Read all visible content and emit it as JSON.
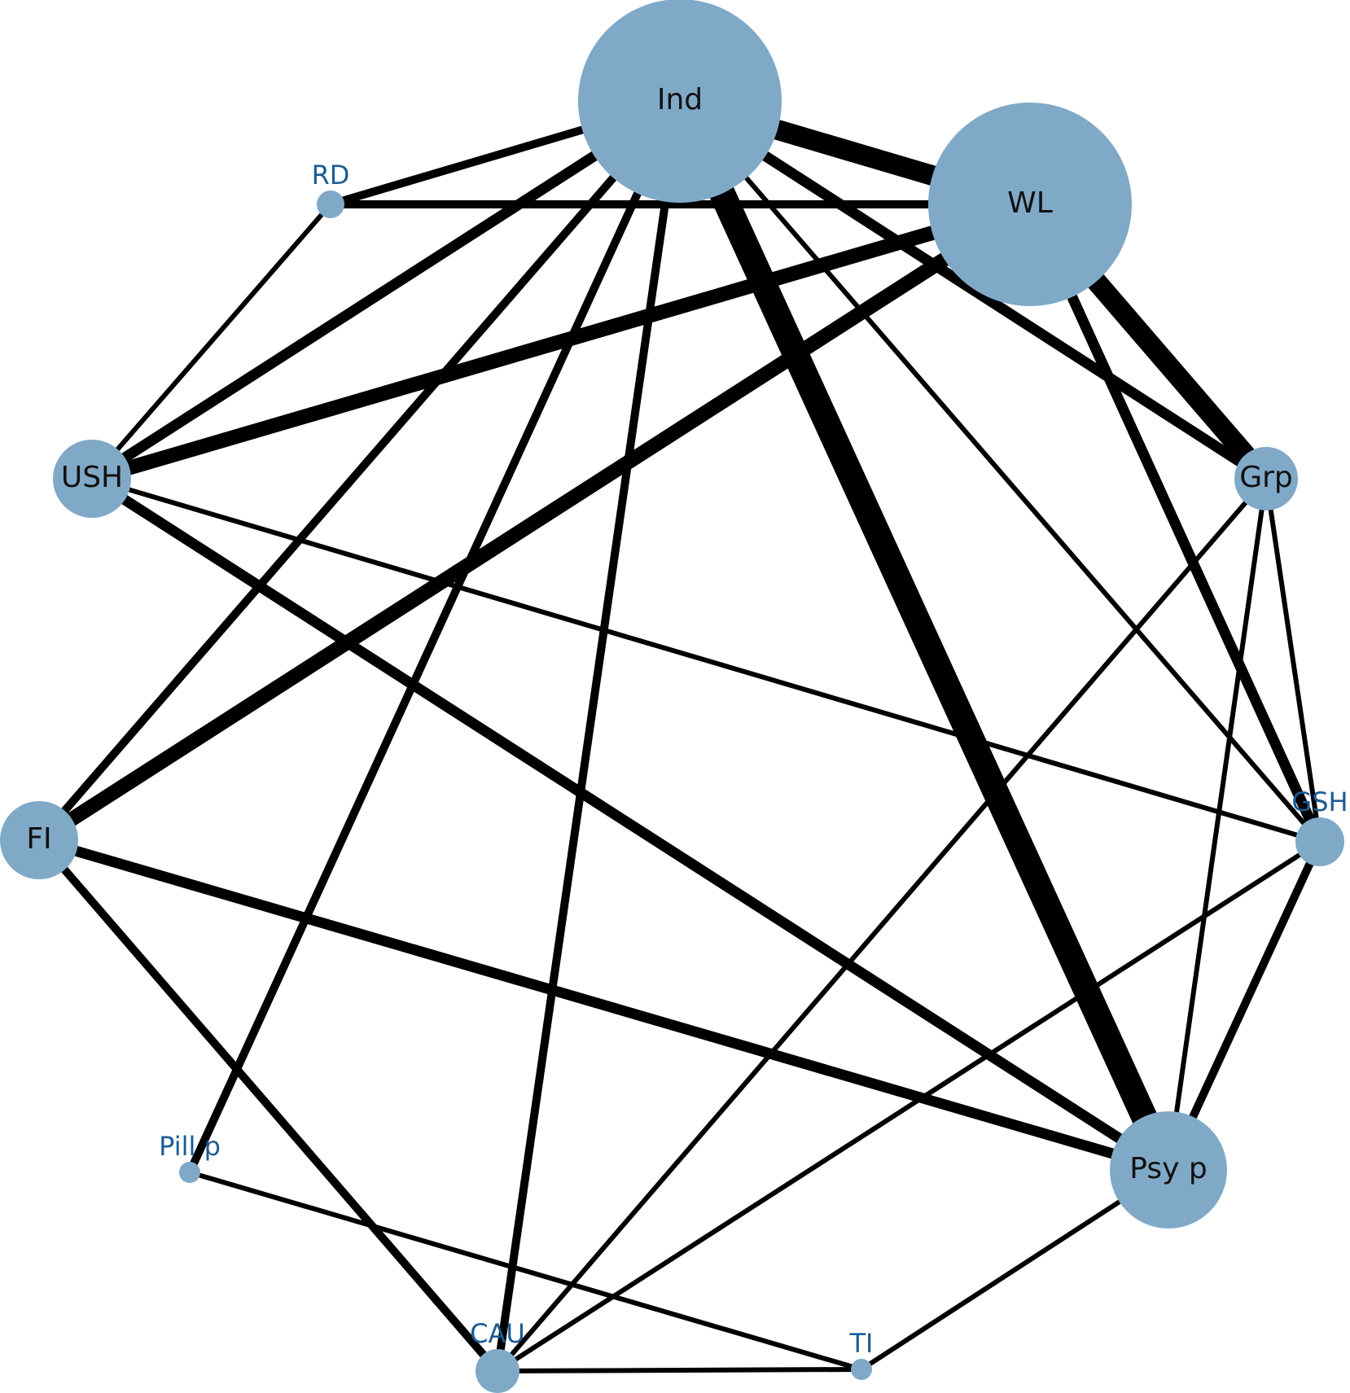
{
  "colors": {
    "node_fill": "#80a9c8",
    "edge": "#000000",
    "outer_label": "#1a5c94",
    "inner_label": "#111111"
  },
  "network": {
    "nodes": [
      {
        "id": "Ind",
        "label": "Ind",
        "label_placement": "inside"
      },
      {
        "id": "WL",
        "label": "WL",
        "label_placement": "inside"
      },
      {
        "id": "RD",
        "label": "RD",
        "label_placement": "above"
      },
      {
        "id": "USH",
        "label": "USH",
        "label_placement": "inside"
      },
      {
        "id": "Grp",
        "label": "Grp",
        "label_placement": "inside"
      },
      {
        "id": "FI",
        "label": "FI",
        "label_placement": "inside"
      },
      {
        "id": "GSH",
        "label": "GSH",
        "label_placement": "above"
      },
      {
        "id": "Pill p",
        "label": "Pill p",
        "label_placement": "above"
      },
      {
        "id": "Psy p",
        "label": "Psy p",
        "label_placement": "inside"
      },
      {
        "id": "CAU",
        "label": "CAU",
        "label_placement": "above"
      },
      {
        "id": "TI",
        "label": "TI",
        "label_placement": "above"
      }
    ],
    "edges": [
      {
        "from": "Ind",
        "to": "WL",
        "weight": 5
      },
      {
        "from": "Ind",
        "to": "RD",
        "weight": 2
      },
      {
        "from": "Ind",
        "to": "USH",
        "weight": 3
      },
      {
        "from": "Ind",
        "to": "Grp",
        "weight": 3
      },
      {
        "from": "Ind",
        "to": "FI",
        "weight": 2
      },
      {
        "from": "Ind",
        "to": "GSH",
        "weight": 1
      },
      {
        "from": "Ind",
        "to": "Pill p",
        "weight": 2
      },
      {
        "from": "Ind",
        "to": "Psy p",
        "weight": 6
      },
      {
        "from": "Ind",
        "to": "CAU",
        "weight": 2
      },
      {
        "from": "WL",
        "to": "RD",
        "weight": 2
      },
      {
        "from": "WL",
        "to": "USH",
        "weight": 4
      },
      {
        "from": "WL",
        "to": "Grp",
        "weight": 5
      },
      {
        "from": "WL",
        "to": "FI",
        "weight": 4
      },
      {
        "from": "WL",
        "to": "GSH",
        "weight": 3
      },
      {
        "from": "RD",
        "to": "USH",
        "weight": 1
      },
      {
        "from": "USH",
        "to": "GSH",
        "weight": 1
      },
      {
        "from": "USH",
        "to": "Psy p",
        "weight": 3
      },
      {
        "from": "Grp",
        "to": "Psy p",
        "weight": 1
      },
      {
        "from": "Grp",
        "to": "GSH",
        "weight": 1
      },
      {
        "from": "Grp",
        "to": "CAU",
        "weight": 1
      },
      {
        "from": "FI",
        "to": "Psy p",
        "weight": 3
      },
      {
        "from": "FI",
        "to": "CAU",
        "weight": 2
      },
      {
        "from": "GSH",
        "to": "Psy p",
        "weight": 2
      },
      {
        "from": "GSH",
        "to": "CAU",
        "weight": 1
      },
      {
        "from": "Pill p",
        "to": "TI",
        "weight": 1
      },
      {
        "from": "Psy p",
        "to": "TI",
        "weight": 1
      },
      {
        "from": "CAU",
        "to": "TI",
        "weight": 1
      }
    ]
  }
}
